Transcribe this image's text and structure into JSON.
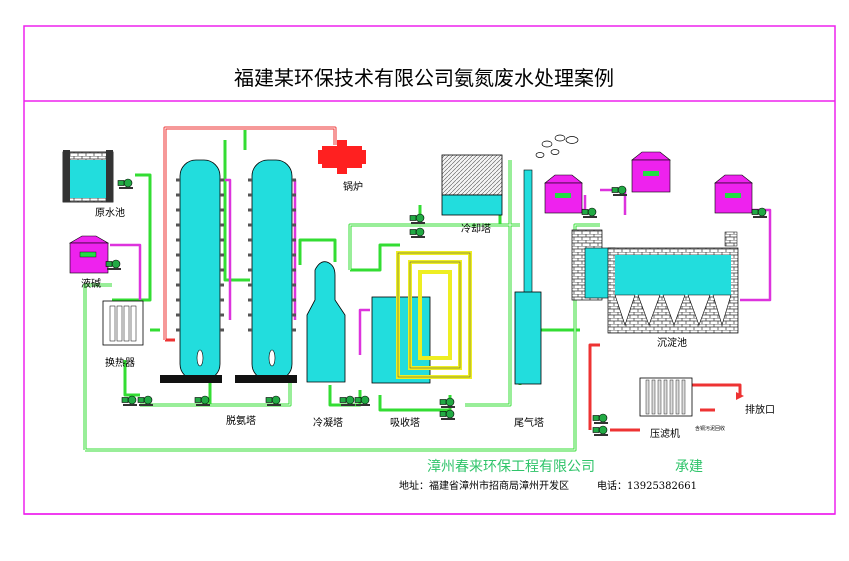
{
  "title": "福建某环保技术有限公司氨氮废水处理案例",
  "labels": {
    "raw_water_tank": "原水池",
    "alkali": "液碱",
    "heat_exchanger": "换热器",
    "stripping_tower": "脱氨塔",
    "boiler": "锅炉",
    "cooling_tower": "冷却塔",
    "condenser": "冷凝塔",
    "absorber": "吸收塔",
    "exhaust_tower": "尾气塔",
    "sedimentation_tank": "沉淀池",
    "filter_press": "压滤机",
    "discharge": "排放口",
    "sludge_note": "含铜污泥回收"
  },
  "footer": {
    "company": "漳州春来环保工程有限公司",
    "undertake": "承建",
    "address": "地址：福建省漳州市招商局漳州开发区",
    "phone": "电话：13925382661"
  },
  "colors": {
    "frame": "#ee22ee",
    "pipe_green": "#33dd33",
    "pipe_red": "#ee3333",
    "pipe_magenta": "#dd33dd",
    "pipe_yellow": "#eeee22",
    "tank_cyan": "#22dddd",
    "tank_magenta": "#ee22ee",
    "boiler_red": "#ff2020",
    "pump_green": "#22aa44"
  }
}
